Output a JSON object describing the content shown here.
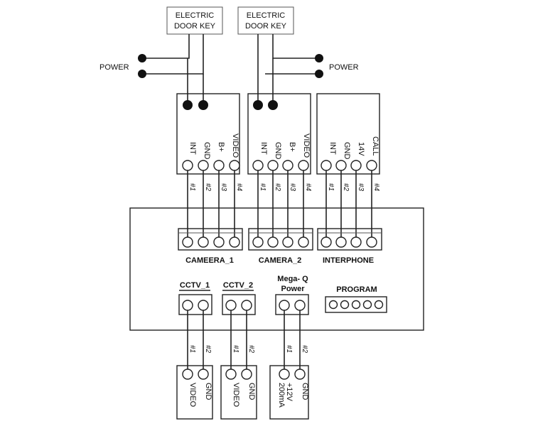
{
  "colors": {
    "ink": "#222222",
    "background": "#ffffff"
  },
  "door_keys": [
    {
      "line1": "ELECTRIC",
      "line2": "DOOR KEY"
    },
    {
      "line1": "ELECTRIC",
      "line2": "DOOR KEY"
    }
  ],
  "power_labels": [
    "POWER",
    "POWER"
  ],
  "camera1": {
    "pins": [
      "INT",
      "GND",
      "B+",
      "VIDEO"
    ],
    "wires": [
      "#1",
      "#2",
      "#3",
      "#4"
    ]
  },
  "camera2": {
    "pins": [
      "INT",
      "GND",
      "B+",
      "VIDEO"
    ],
    "wires": [
      "#1",
      "#2",
      "#3",
      "#4"
    ]
  },
  "interphone_unit": {
    "pins": [
      "INT",
      "GND",
      "14V",
      "CALL"
    ],
    "wires": [
      "#1",
      "#2",
      "#3",
      "#4"
    ]
  },
  "panel": {
    "connectors": [
      "CAMEERA_1",
      "CAMERA_2",
      "INTERPHONE"
    ],
    "cctv1": "CCTV_1",
    "cctv2": "CCTV_2",
    "mega_q_line1": "Mega- Q",
    "mega_q_line2": "Power",
    "program": "PROGRAM"
  },
  "cctv1_out": {
    "wires": [
      "#1",
      "#2"
    ],
    "pins": [
      "VIDEO",
      "GND"
    ]
  },
  "cctv2_out": {
    "wires": [
      "#1",
      "#2"
    ],
    "pins": [
      "VIDEO",
      "GND"
    ]
  },
  "power_out": {
    "wires": [
      "#1",
      "#2"
    ],
    "pins_main": [
      "+12V",
      "GND"
    ],
    "pin_sub": "200mA"
  }
}
